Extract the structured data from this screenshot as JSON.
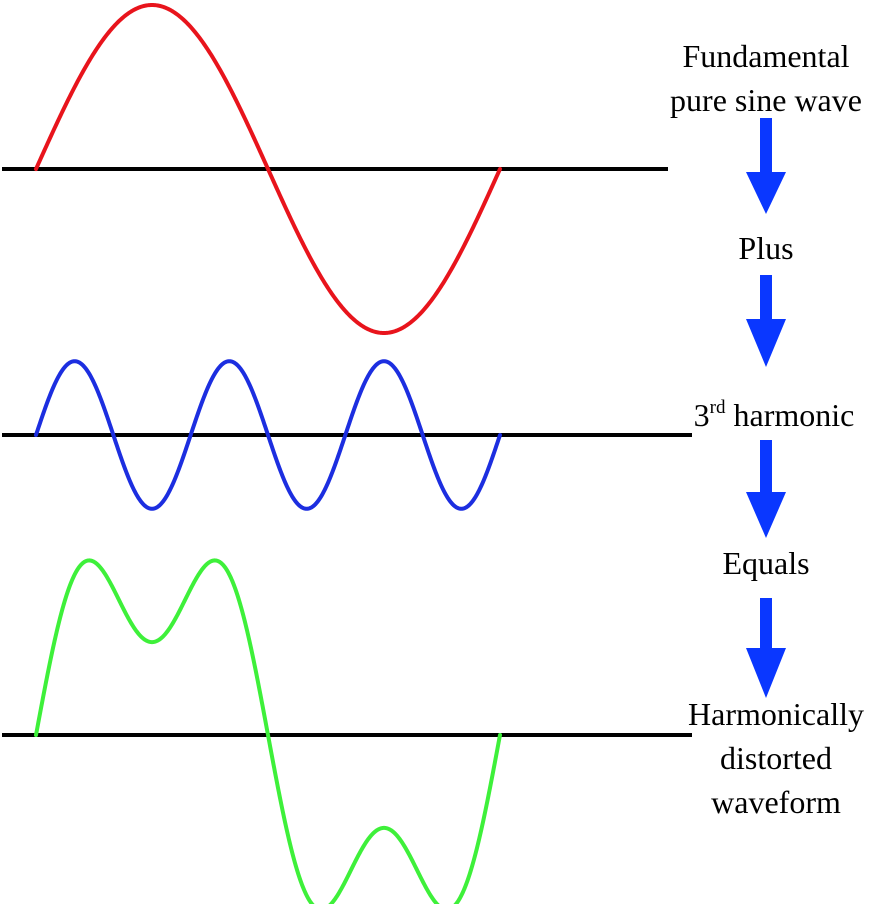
{
  "colors": {
    "background": "#ffffff",
    "axis": "#000000",
    "fundamental": "#e8141c",
    "third_harmonic": "#1c2ee0",
    "distorted": "#3ef03a",
    "arrow": "#0a37ff",
    "text": "#000000"
  },
  "icons": {
    "arrow": "arrow-down-icon"
  },
  "labels": {
    "fundamental_line1": "Fundamental",
    "fundamental_line2": "pure sine wave",
    "plus": "Plus",
    "third_number": "3",
    "third_superscript": "rd",
    "third_word": " harmonic",
    "equals": "Equals",
    "distorted_line1": "Harmonically",
    "distorted_line2": "distorted",
    "distorted_line3": "waveform"
  },
  "waves": {
    "fundamental": {
      "cycles": 1,
      "relative_amplitude": 1.0
    },
    "third_harmonic": {
      "cycles": 3,
      "relative_amplitude": 0.45
    },
    "distorted": {
      "components": [
        "fundamental",
        "third_harmonic"
      ]
    }
  }
}
